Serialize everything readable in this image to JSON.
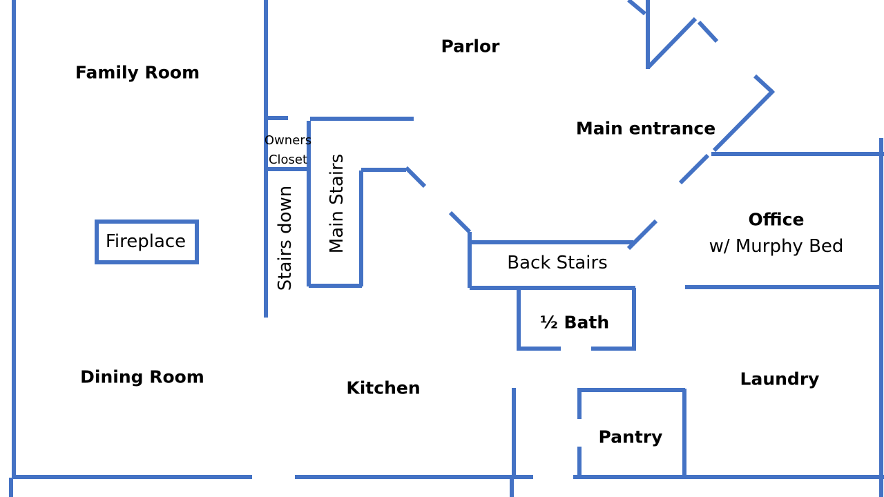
{
  "title": "Floor Plan",
  "colors": {
    "wall": "#4472c4",
    "text": "#000000",
    "background": "#ffffff"
  },
  "rooms": {
    "family_room": "Family Room",
    "parlor": "Parlor",
    "main_entrance": "Main entrance",
    "owners_closet_line1": "Owners",
    "owners_closet_line2": "Closet",
    "main_stairs": "Main Stairs",
    "stairs_down": "Stairs down",
    "fireplace": "Fireplace",
    "office": "Office",
    "office_sub": "w/ Murphy Bed",
    "back_stairs": "Back Stairs",
    "half_bath": "½ Bath",
    "dining_room": "Dining Room",
    "kitchen": "Kitchen",
    "laundry": "Laundry",
    "pantry": "Pantry"
  }
}
